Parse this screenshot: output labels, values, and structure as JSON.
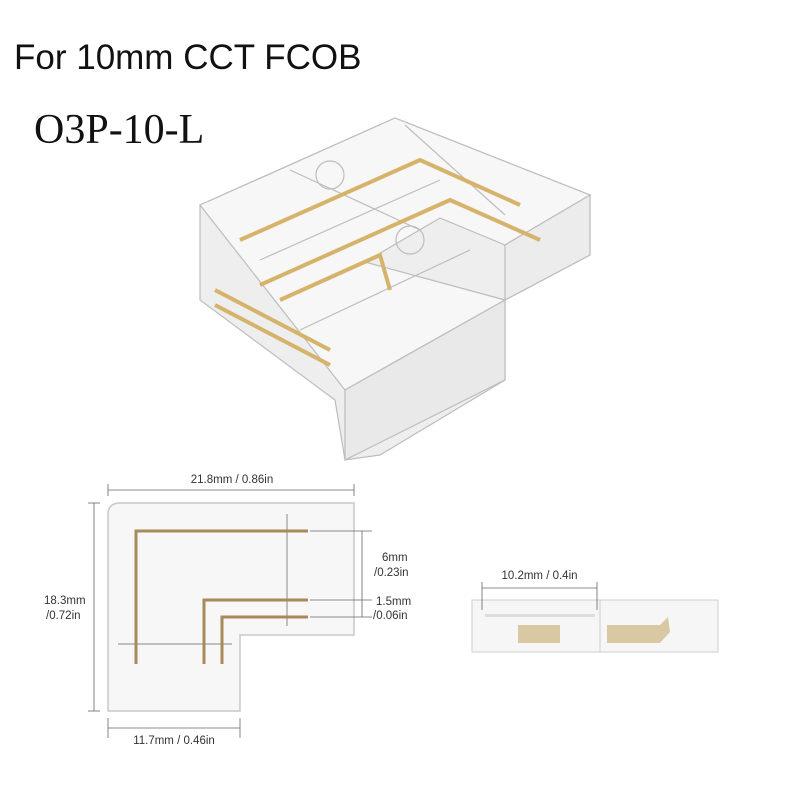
{
  "header": {
    "title": "For 10mm CCT FCOB",
    "model": "O3P-10-L"
  },
  "diagram_top_view": {
    "width_label": "21.8mm / 0.86in",
    "height_label_mm": "18.3mm",
    "height_label_in": "/0.72in",
    "arm_width_label": "11.7mm / 0.46in",
    "pin_span_mm": "6mm",
    "pin_span_in": "/0.23in",
    "pin_gap_mm": "1.5mm",
    "pin_gap_in": "/0.06in"
  },
  "diagram_side_view": {
    "length_label": "10.2mm / 0.4in"
  },
  "colors": {
    "trace_gold": "#a98a5a",
    "contact_gold": "#d9c9a2",
    "outline": "#c8c8c8"
  }
}
